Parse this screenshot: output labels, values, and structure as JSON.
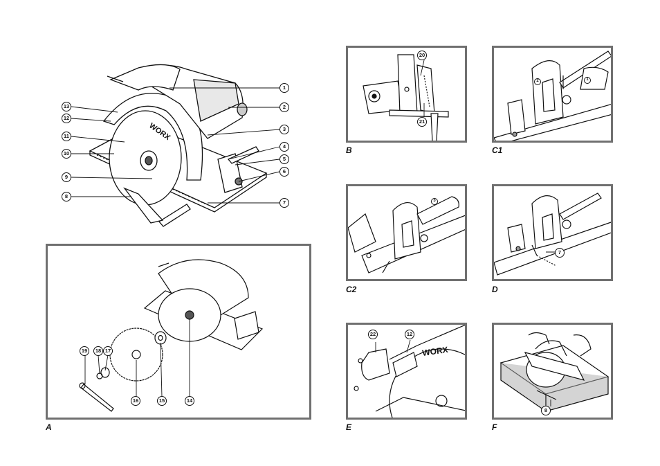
{
  "figures": {
    "main_callouts": [
      "1",
      "2",
      "3",
      "4",
      "5",
      "6",
      "7",
      "8",
      "9",
      "10",
      "11",
      "12",
      "13"
    ],
    "A": {
      "caption": "A",
      "callouts": [
        "19",
        "18",
        "17",
        "16",
        "15",
        "14"
      ]
    },
    "B": {
      "caption": "B",
      "callouts": [
        "20",
        "21"
      ]
    },
    "C1": {
      "caption": "C1",
      "callouts": [
        "2",
        "1"
      ]
    },
    "C2": {
      "caption": "C2",
      "callouts": [
        "3"
      ]
    },
    "D": {
      "caption": "D",
      "callouts": [
        "7"
      ]
    },
    "E": {
      "caption": "E",
      "callouts": [
        "22",
        "12"
      ]
    },
    "F": {
      "caption": "F",
      "callouts": [
        "8"
      ]
    }
  },
  "brand_text": "WORX",
  "colors": {
    "frame": "#707070",
    "ink": "#111111",
    "shade": "#9a9a9a"
  }
}
